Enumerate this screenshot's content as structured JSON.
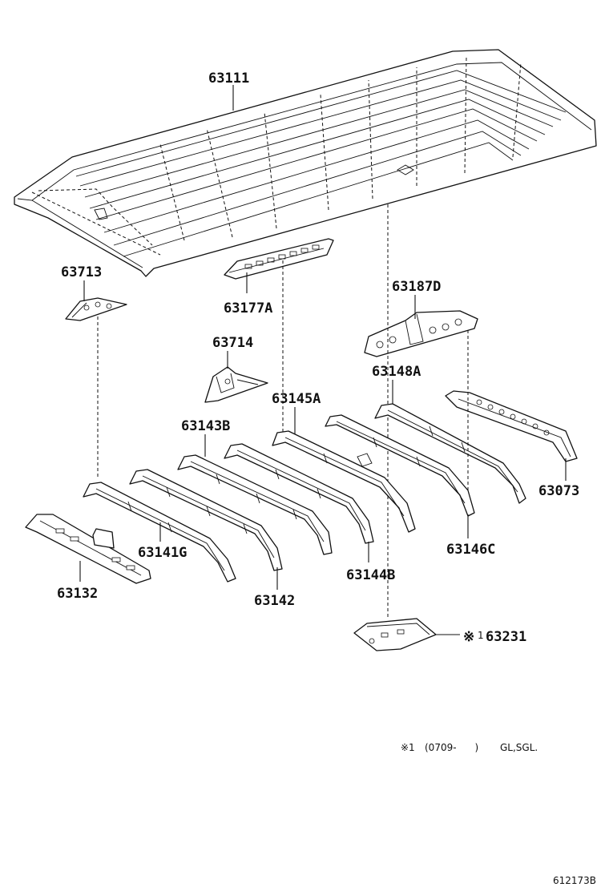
{
  "parts": {
    "roof_panel": "63111",
    "front_corner_gusset": "63713",
    "roof_reinforcement_a": "63177A",
    "center_gusset": "63714",
    "rear_reinforcement": "63187D",
    "roof_bow_63148a": "63148A",
    "roof_bow_63145a": "63145A",
    "roof_bow_63143b": "63143B",
    "rear_header_panel": "63073",
    "front_header_panel": "63132",
    "roof_bow_63141g": "63141G",
    "roof_bow_63142": "63142",
    "roof_bow_63144b": "63144B",
    "roof_bow_63146c": "63146C",
    "sunroof_bracket": "63231"
  },
  "marks": {
    "note_symbol": "※",
    "note_index": "1"
  },
  "footnote": {
    "symbol": "※1",
    "date_range": "(0709-      )",
    "models": "GL,SGL."
  },
  "reference_code": "612173B"
}
